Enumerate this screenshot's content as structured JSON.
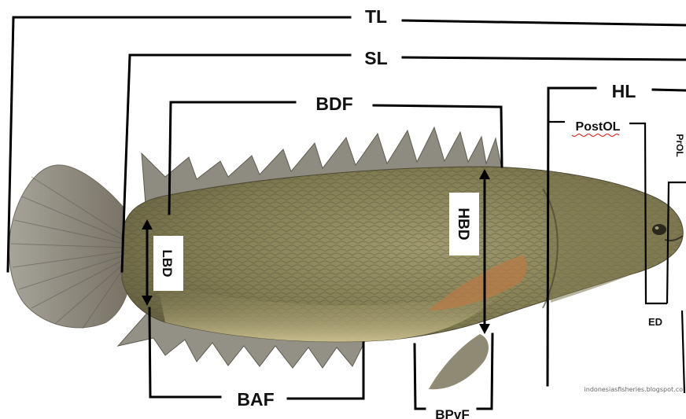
{
  "labels": {
    "tl": "TL",
    "sl": "SL",
    "bdf": "BDF",
    "hl": "HL",
    "postol": "PostOL",
    "prol": "PrOL",
    "hbd": "HBD",
    "lbd": "LBD",
    "ed": "ED",
    "baf": "BAF",
    "bpvf": "BPvF"
  },
  "watermark": "indonesiasfisheries.blogspot.co",
  "colors": {
    "line": "#000000",
    "label_text": "#111111",
    "fish_body": "#8a8458",
    "fish_back": "#6d6a48",
    "fish_belly": "#c9bd8a",
    "fin": "#8f8a80",
    "pelvic_fin": "#b0703e"
  }
}
